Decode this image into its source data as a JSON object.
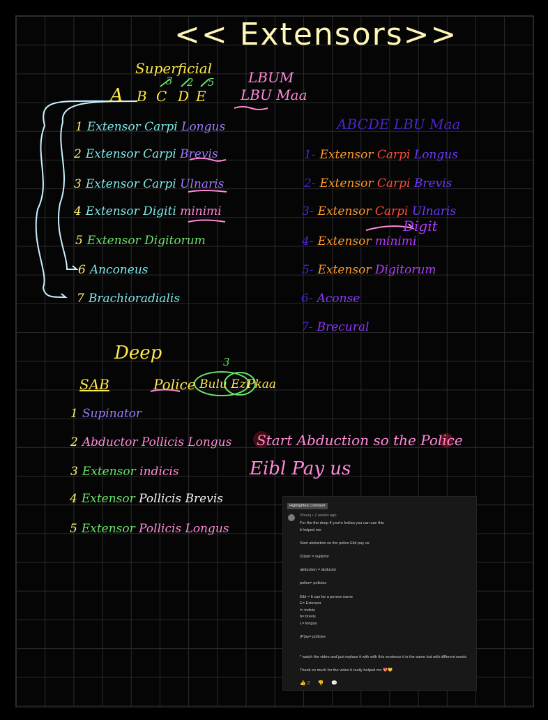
{
  "title": "<< Extensors>>",
  "superficial": {
    "heading": "Superficial",
    "letters": [
      "A",
      "B",
      "C",
      "D",
      "E"
    ],
    "marks": [
      "3",
      "2",
      "5"
    ],
    "mnemonic_top": "LBUM",
    "mnemonic": "LBU Maa",
    "items": [
      {
        "num": "1",
        "a": "Extensor Carpi",
        "b": "Longus"
      },
      {
        "num": "2",
        "a": "Extensor Carpi",
        "b": "Brevis"
      },
      {
        "num": "3",
        "a": "Extensor Carpi",
        "b": "Ulnaris"
      },
      {
        "num": "4",
        "a": "Extensor Digiti",
        "b": "minimi"
      },
      {
        "num": "5",
        "a": "Extensor Digitorum",
        "b": ""
      },
      {
        "num": "6",
        "a": "Anconeus",
        "b": ""
      },
      {
        "num": "7",
        "a": "Brachioradialis",
        "b": ""
      }
    ],
    "right_header": "ABCDE LBU Maa",
    "right_items": [
      {
        "num": "1-",
        "a": "Extensor",
        "b": "Carpi",
        "c": "Longus"
      },
      {
        "num": "2-",
        "a": "Extensor",
        "b": "Carpi",
        "c": "Brevis"
      },
      {
        "num": "3-",
        "a": "Extensor",
        "b": "Carpi",
        "c": "Ulnaris"
      },
      {
        "num": "4-",
        "a": "Extensor",
        "b": "minimi",
        "c": "Digit"
      },
      {
        "num": "5-",
        "a": "Extensor",
        "b": "Digitorum",
        "c": ""
      },
      {
        "num": "6-",
        "a": "Aconse",
        "b": "",
        "c": ""
      },
      {
        "num": "7-",
        "a": "Brecural",
        "b": "",
        "c": ""
      }
    ]
  },
  "deep": {
    "heading": "Deep",
    "mnemonic": [
      "SAB",
      "Police",
      "Bulu Ezi",
      "Pkaa"
    ],
    "mark": "3",
    "items": [
      {
        "num": "1",
        "a": "Supinator",
        "b": ""
      },
      {
        "num": "2",
        "a": "Abductor Pollicis Longus",
        "b": ""
      },
      {
        "num": "3",
        "a": "Extensor",
        "b": "indicis"
      },
      {
        "num": "4",
        "a": "Extensor",
        "b": "Pollicis Brevis"
      },
      {
        "num": "5",
        "a": "Extensor",
        "b": "Pollicis Longus"
      }
    ],
    "phrase1": "Start Abduction so the Police",
    "phrase2": "Eibl Pay us"
  },
  "comment": {
    "badge": "Highlighted comment",
    "meta": "Shruuj • 2 weeks ago",
    "lines": [
      "For the the deep if you're Indian you can use this",
      "it helped me",
      "",
      "Start abduction so the police Eibl pay us",
      "",
      "(S)tart = supintor",
      "",
      "abduction = abductor",
      "",
      "police= policies",
      "",
      "Eibl = It can be a person name",
      "E= Extensor",
      "I= indicis",
      "b= brevis",
      "L= longus",
      "",
      "(P)ay= policies",
      "",
      "",
      "* watch the video and just replace it with with this sentence it is the same but with different words",
      "",
      "Thank so much for the video it really helped me 💖💛"
    ],
    "likes": "2",
    "icons": [
      "thumb-up-icon",
      "thumb-down-icon",
      "reply-icon"
    ]
  },
  "colors": {
    "title": "#fff6b8",
    "yellow": "#ffe84a",
    "cyan": "#7fe7e7",
    "pink": "#ff8ad8",
    "violet": "#9e7bff",
    "green": "#68e36a",
    "orange": "#ff9a2a",
    "purple": "#6c38ff"
  }
}
